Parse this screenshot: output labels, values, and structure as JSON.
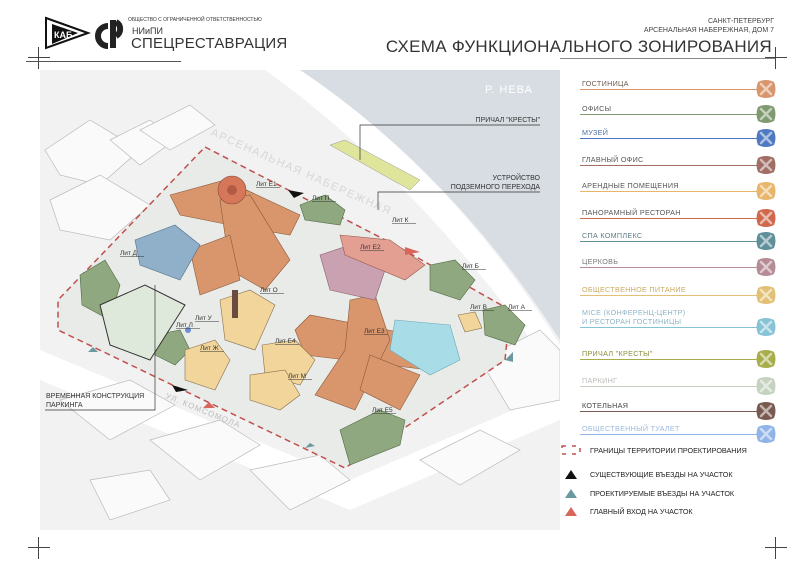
{
  "header": {
    "org_small": "ОБЩЕСТВО С ОГРАНИЧЕННОЙ ОТВЕТСТВЕННОСТЬЮ",
    "org_short": "НИиПИ",
    "org_name": "СПЕЦРЕСТАВРАЦИЯ",
    "logo_text": "КАБ",
    "city": "САНКТ-ПЕТЕРБУРГ",
    "address": "АРСЕНАЛЬНАЯ НАБЕРЕЖНАЯ, ДОМ 7",
    "title": "СХЕМА ФУНКЦИОНАЛЬНОГО ЗОНИРОВАНИЯ"
  },
  "map": {
    "river": "Р. НЕВА",
    "embankment": "АРСЕНАЛЬНАЯ НАБЕРЕЖНАЯ",
    "street": "УЛ. КОМСОМОЛА",
    "pier_label": "ПРИЧАЛ \"КРЕСТЫ\"",
    "underpass_label_1": "УСТРОЙСТВО",
    "underpass_label_2": "ПОДЗЕМНОГО ПЕРЕХОДА",
    "parking_label_1": "ВРЕМЕННАЯ КОНСТРУКЦИЯ",
    "parking_label_2": "ПАРКИНГА",
    "buildings": [
      "Лит Е1",
      "Лит П",
      "Лит К",
      "Лит Е2",
      "Лит Б",
      "Лит Д",
      "Лит О",
      "Лит У",
      "Лит Л",
      "Лит Ж",
      "Лит Е4",
      "Лит М",
      "Лит Е3",
      "Лит В",
      "Лит А",
      "Лит Е5"
    ]
  },
  "legend": {
    "items": [
      {
        "label": "ГОСТИНИЦА",
        "color": "#d9956b",
        "text_color": "#6b5a50"
      },
      {
        "label": "ОФИСЫ",
        "color": "#7f9a6f",
        "text_color": "#555555"
      },
      {
        "label": "МУЗЕЙ",
        "color": "#4f79c2",
        "text_color": "#4f6fa8"
      },
      {
        "label": "ГЛАВНЫЙ ОФИС",
        "color": "#a06e64",
        "text_color": "#555555"
      },
      {
        "label": "АРЕНДНЫЕ ПОМЕЩЕНИЯ",
        "color": "#e8b56a",
        "text_color": "#555555"
      },
      {
        "label": "ПАНОРАМНЫЙ РЕСТОРАН",
        "color": "#d0694c",
        "text_color": "#555555"
      },
      {
        "label": "СПА КОМПЛЕКС",
        "color": "#5f8f99",
        "text_color": "#5f7a85"
      },
      {
        "label": "ЦЕРКОВЬ",
        "color": "#b58b95",
        "text_color": "#777777"
      },
      {
        "label": "ОБЩЕСТВЕННОЕ ПИТАНИЕ",
        "color": "#e2c177",
        "text_color": "#c9aa62"
      },
      {
        "label": "MICE (КОНФЕРЕНЦ-ЦЕНТР)",
        "label2": "И РЕСТОРАН ГОСТИНИЦЫ",
        "color": "#86c3d6",
        "text_color": "#8fb4c4"
      },
      {
        "label": "ПРИЧАЛ \"КРЕСТЫ\"",
        "color": "#a7ad4a",
        "text_color": "#8c8d3c"
      },
      {
        "label": "ПАРКИНГ",
        "color": "#c5d2c0",
        "text_color": "#b8bdb6"
      },
      {
        "label": "КОТЕЛЬНАЯ",
        "color": "#7a5a50",
        "text_color": "#444444"
      },
      {
        "label": "ОБЩЕСТВЕННЫЙ ТУАЛЕТ",
        "color": "#90b4e8",
        "text_color": "#9db8dc"
      }
    ],
    "symbols": [
      {
        "label": "ГРАНИЦЫ ТЕРРИТОРИИ ПРОЕКТИРОВАНИЯ",
        "icon": "dashed-boundary",
        "color": "#c0504d"
      },
      {
        "label": "СУЩЕСТВУЮЩИЕ ВЪЕЗДЫ НА УЧАСТОК",
        "icon": "triangle",
        "color": "#111111"
      },
      {
        "label": "ПРОЕКТИРУЕМЫЕ ВЪЕЗДЫ НА УЧАСТОК",
        "icon": "triangle",
        "color": "#6a9aa0"
      },
      {
        "label": "ГЛАВНЫЙ ВХОД НА УЧАСТОК",
        "icon": "triangle",
        "color": "#d9665a"
      }
    ]
  }
}
